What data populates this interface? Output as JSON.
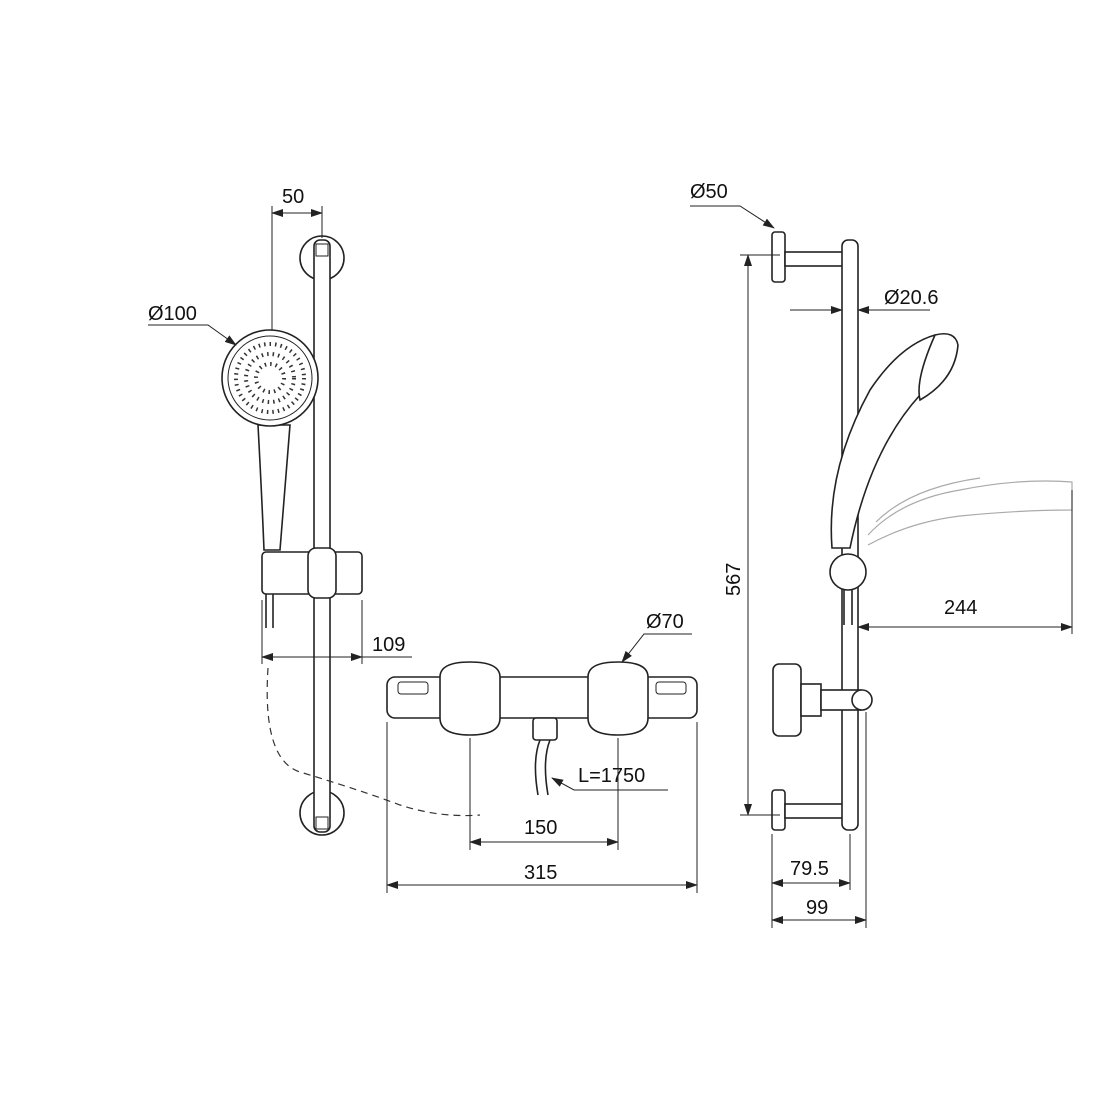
{
  "drawing": {
    "line_color": "#222222",
    "front_view": {
      "rail_spacing_dim": "50",
      "head_diameter": "Ø100",
      "holder_projection": "109"
    },
    "valve_view": {
      "cap_diameter": "Ø70",
      "hose_length": "L=1750",
      "centres": "150",
      "overall_width": "315"
    },
    "side_view": {
      "wall_plate_diameter": "Ø50",
      "rail_diameter": "Ø20.6",
      "rail_height": "567",
      "head_reach": "244",
      "rail_offset": "79.5",
      "overall_depth": "99"
    }
  }
}
